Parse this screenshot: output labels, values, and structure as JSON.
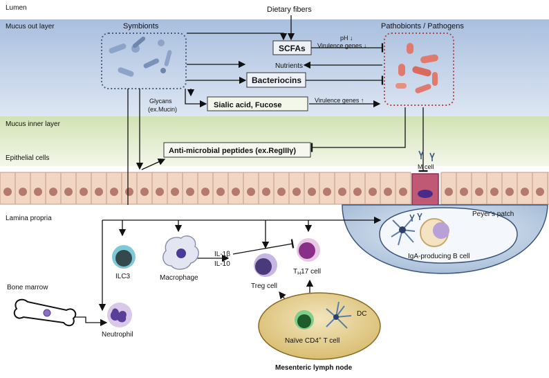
{
  "layers": {
    "lumen": "Lumen",
    "mucus_out": "Mucus out layer",
    "mucus_inner": "Mucus inner layer",
    "epithelial": "Epithelial cells",
    "lamina": "Lamina propria"
  },
  "boxes": {
    "symbionts": "Symbionts",
    "pathobionts": "Pathobionts / Pathogens",
    "scfas": "SCFAs",
    "bacteriocins": "Bacteriocins",
    "sialic": "Sialic acid, Fucose",
    "amp": "Anti-microbial peptides (ex.RegIIIγ)"
  },
  "labels": {
    "dietary_fibers": "Dietary fibers",
    "ph": "pH ↓",
    "virulence_down": "Virulence genes ↓",
    "nutrients": "Nutrients",
    "glycans": "Glycans",
    "mucin": "(ex.Mucin)",
    "virulence_up": "Virulence genes ↑",
    "m_cell": "M cell",
    "peyers_patch": "Peyer's patch",
    "iga_b_cell": "IgA-producing  B cell",
    "ilc3": "ILC3",
    "macrophage": "Macrophage",
    "il1b": "IL-1β",
    "il10": "IL-10",
    "treg": "Treg  cell",
    "th17_main": "T",
    "th17_sub": "H",
    "th17_rest": "17 cell",
    "bone_marrow": "Bone marrow",
    "neutrophil": "Neutrophil",
    "naive_cd4": "Naïve  CD4",
    "cd4_sup": "+",
    "t_cell": " T cell",
    "dc": "DC",
    "mln": "Mesenteric lymph node"
  },
  "colors": {
    "mucus_out": "#c9d6ea",
    "mucus_inner": "#dfeac8",
    "epithelial": "#f2d6c4",
    "nucleus": "#b57a6e",
    "pathogen": "#e07a6e",
    "symbiont": "#8da4c8",
    "mln_fill": "#e8d49a",
    "peyer_fill": "#c8d8ea"
  }
}
